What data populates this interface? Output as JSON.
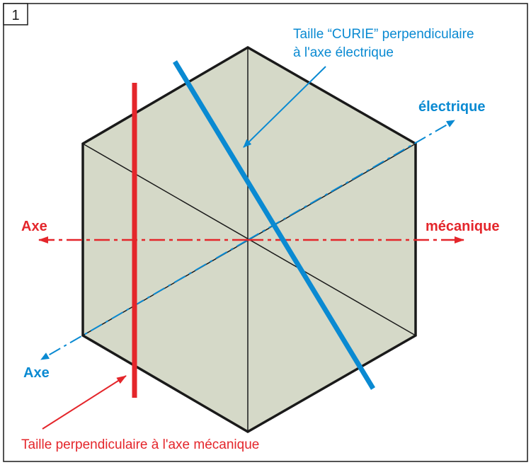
{
  "figure_number": "1",
  "labels": {
    "curie_line1": "Taille “CURIE” perpendiculaire",
    "curie_line2": "à l'axe électrique",
    "electrique": "électrique",
    "axe_left": "Axe",
    "mecanique": "mécanique",
    "axe_bottom": "Axe",
    "mech_cut": "Taille perpendiculaire à l'axe mécanique"
  },
  "colors": {
    "blue": "#0a8ad2",
    "red": "#e4262b",
    "hexagon_fill": "#d5d9c8",
    "outline": "#1a1a1a"
  }
}
